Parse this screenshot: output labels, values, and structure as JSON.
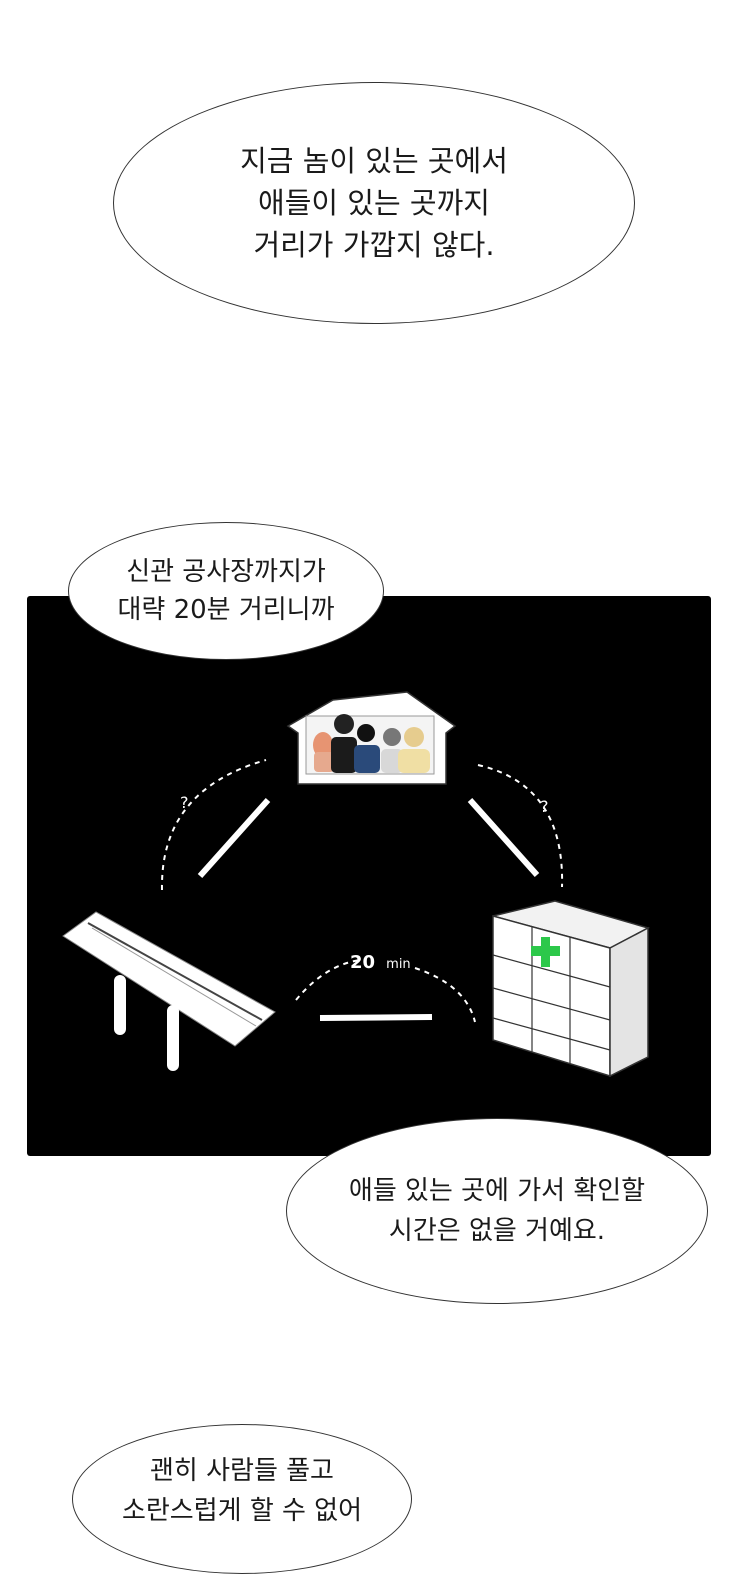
{
  "bubbles": {
    "top": {
      "lines": [
        "지금 놈이 있는 곳에서",
        "애들이 있는 곳까지",
        "거리가 가깝지 않다."
      ]
    },
    "panel_top": {
      "lines": [
        "신관 공사장까지가",
        "대략 20분 거리니까"
      ]
    },
    "panel_bottom": {
      "lines": [
        "애들 있는 곳에 가서 확인할",
        "시간은 없을 거예요."
      ]
    },
    "bottom": {
      "lines": [
        "괜히 사람들 풀고",
        "소란스럽게 할 수 없어"
      ]
    }
  },
  "diagram": {
    "left_question": "?",
    "right_question": "?",
    "distance_value": "20",
    "distance_unit": "min",
    "colors": {
      "panel": "#000000",
      "lines": "#ffffff",
      "cross": "#2cc84a"
    },
    "icons": [
      "house-with-people-icon",
      "bench-icon",
      "pharmacy-building-icon"
    ]
  }
}
